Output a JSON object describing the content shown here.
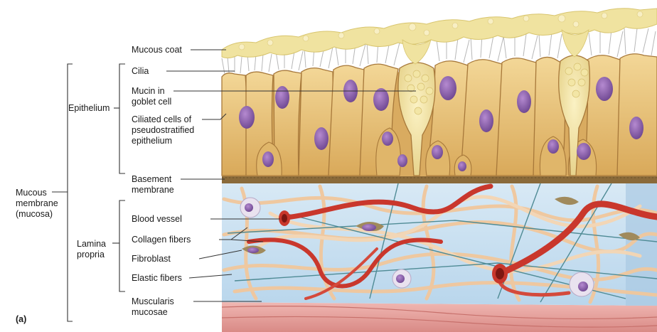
{
  "panel_letter": "(a)",
  "groups": {
    "mucosa": "Mucous\nmembrane\n(mucosa)",
    "epithelium": "Epithelium",
    "lamina_propria": "Lamina\npropria"
  },
  "labels": {
    "mucous_coat": "Mucous coat",
    "cilia": "Cilia",
    "mucin": "Mucin in\ngoblet cell",
    "ciliated_cells": "Ciliated cells of\npseudostratified\nepithelium",
    "basement_membrane": "Basement\nmembrane",
    "blood_vessel": "Blood vessel",
    "collagen_fibers": "Collagen fibers",
    "fibroblast": "Fibroblast",
    "elastic_fibers": "Elastic fibers",
    "muscularis_mucosae": "Muscularis\nmucosae"
  },
  "colors": {
    "mucus": "#f0e3a0",
    "cell": "#e8c378",
    "nucleus": "#8a5ea8",
    "basement": "#8a6a3a",
    "lamina": "#cfe3f1",
    "collagen": "#f1c79c",
    "vessel": "#c9372c",
    "muscle": "#ecaaa6"
  }
}
